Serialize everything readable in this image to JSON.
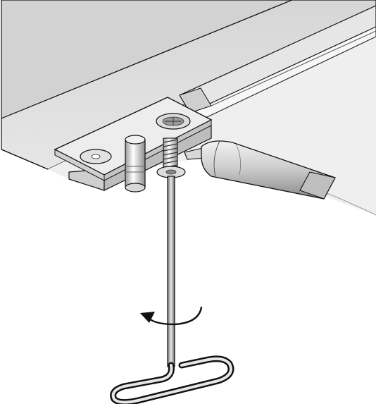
{
  "diagram": {
    "parts": [
      "ceiling-panel",
      "mounting-rail",
      "mounting-bracket",
      "countersunk-screw",
      "washer",
      "guide-pin",
      "threaded-stud",
      "glue-tube",
      "t-handle-hex-key",
      "rotation-arrow"
    ]
  },
  "colors": {
    "outline": "#111111",
    "panel_front": "#dadada",
    "panel_underside": "#eeeeee",
    "rail_face": "#e9e9e9",
    "metal_light": "#f4f4f4",
    "metal_dark": "#7a7a7a",
    "background": "#ffffff"
  }
}
